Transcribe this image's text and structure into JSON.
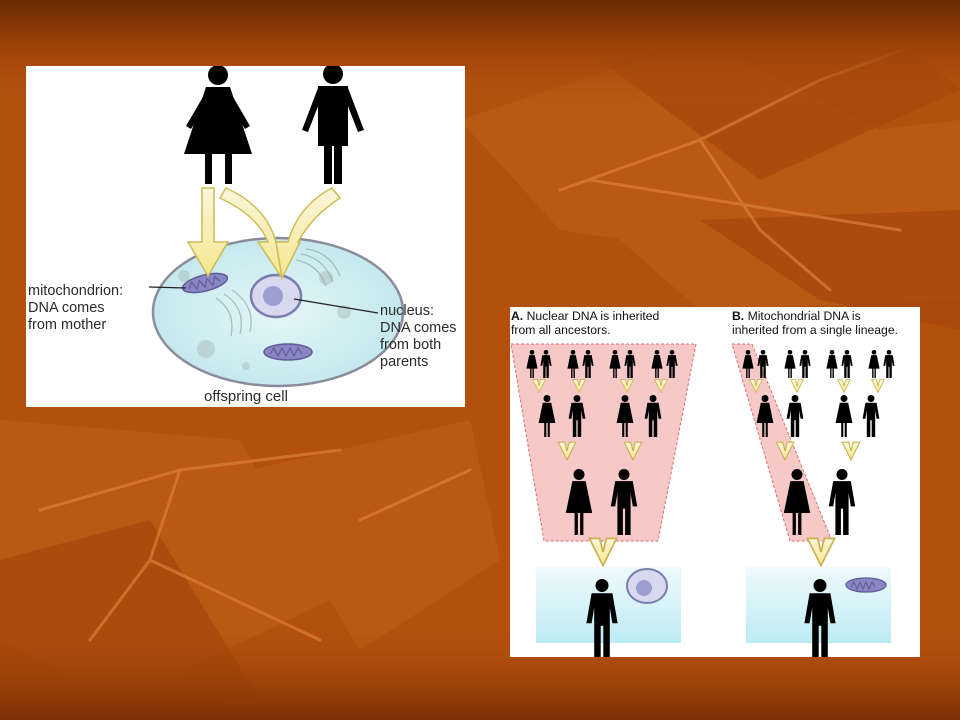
{
  "slide": {
    "background_color": "#b4500e"
  },
  "cell_diagram": {
    "mitochondrion_label": "mitochondrion:\nDNA comes\nfrom mother",
    "nucleus_label": "nucleus:\nDNA comes\nfrom both\nparents",
    "cell_label": "offspring cell"
  },
  "inheritance_diagram": {
    "panel_a": {
      "letter": "A.",
      "text": " Nuclear DNA is inherited\nfrom all ancestors."
    },
    "panel_b": {
      "letter": "B.",
      "text": " Mitochondrial DNA is\ninherited from a single lineage."
    }
  }
}
